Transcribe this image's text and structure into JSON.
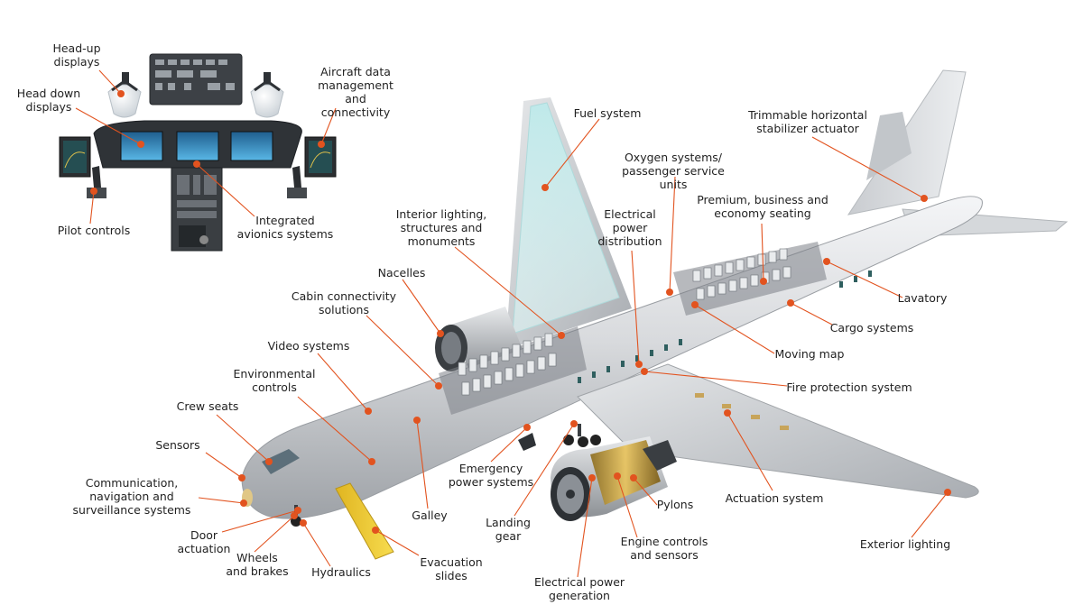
{
  "accent": "#e2531f",
  "labels": {
    "head_up_displays": "Head-up\ndisplays",
    "head_down_displays": "Head down\ndisplays",
    "aircraft_data": "Aircraft data\nmanagement and\nconnectivity",
    "pilot_controls": "Pilot controls",
    "integrated_avionics": "Integrated\navionics systems",
    "fuel_system": "Fuel  system",
    "trimmable_stabilizer": "Trimmable horizontal\nstabilizer actuator",
    "oxygen_systems": "Oxygen systems/\npassenger service units",
    "interior_lighting": "Interior lighting,\nstructures and\nmonuments",
    "electrical_distribution": "Electrical\npower\ndistribution",
    "premium_seating": "Premium, business and\neconomy seating",
    "nacelles": "Nacelles",
    "lavatory": "Lavatory",
    "cabin_connectivity": "Cabin connectivity\nsolutions",
    "cargo_systems": "Cargo systems",
    "video_systems": "Video systems",
    "moving_map": "Moving map",
    "environmental_controls": "Environmental\ncontrols",
    "fire_protection": "Fire protection system",
    "crew_seats": "Crew seats",
    "sensors": "Sensors",
    "emergency_power": "Emergency\npower systems",
    "communication": "Communication,\nnavigation and\nsurveillance systems",
    "actuation_system": "Actuation system",
    "galley": "Galley",
    "pylons": "Pylons",
    "door_actuation": "Door\nactuation",
    "landing_gear": "Landing\ngear",
    "wheels_brakes": "Wheels\nand brakes",
    "engine_controls": "Engine controls\nand sensors",
    "hydraulics": "Hydraulics",
    "evacuation_slides": "Evacuation\nslides",
    "exterior_lighting": "Exterior lighting",
    "electrical_generation": "Electrical power\ngeneration"
  }
}
